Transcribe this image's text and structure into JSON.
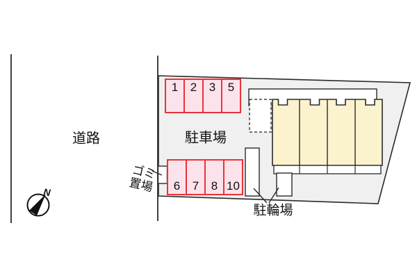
{
  "labels": {
    "road": "道路",
    "parking_lot": "駐車場",
    "garbage_line1": "ゴミ",
    "garbage_line2": "置場",
    "bicycle_parking": "駐輪場",
    "compass_north": "N"
  },
  "parking": {
    "top_row_stalls": [
      "1",
      "2",
      "3",
      "5"
    ],
    "bottom_row_stalls": [
      "6",
      "7",
      "8",
      "10"
    ]
  },
  "building": {
    "unit_count": 4
  },
  "colors": {
    "site_fill": "#f0f0f0",
    "stall_fill": "#fce2ea",
    "stall_border": "#e8333a",
    "building_fill": "#faf3cd",
    "outline": "#2a2a2a"
  }
}
